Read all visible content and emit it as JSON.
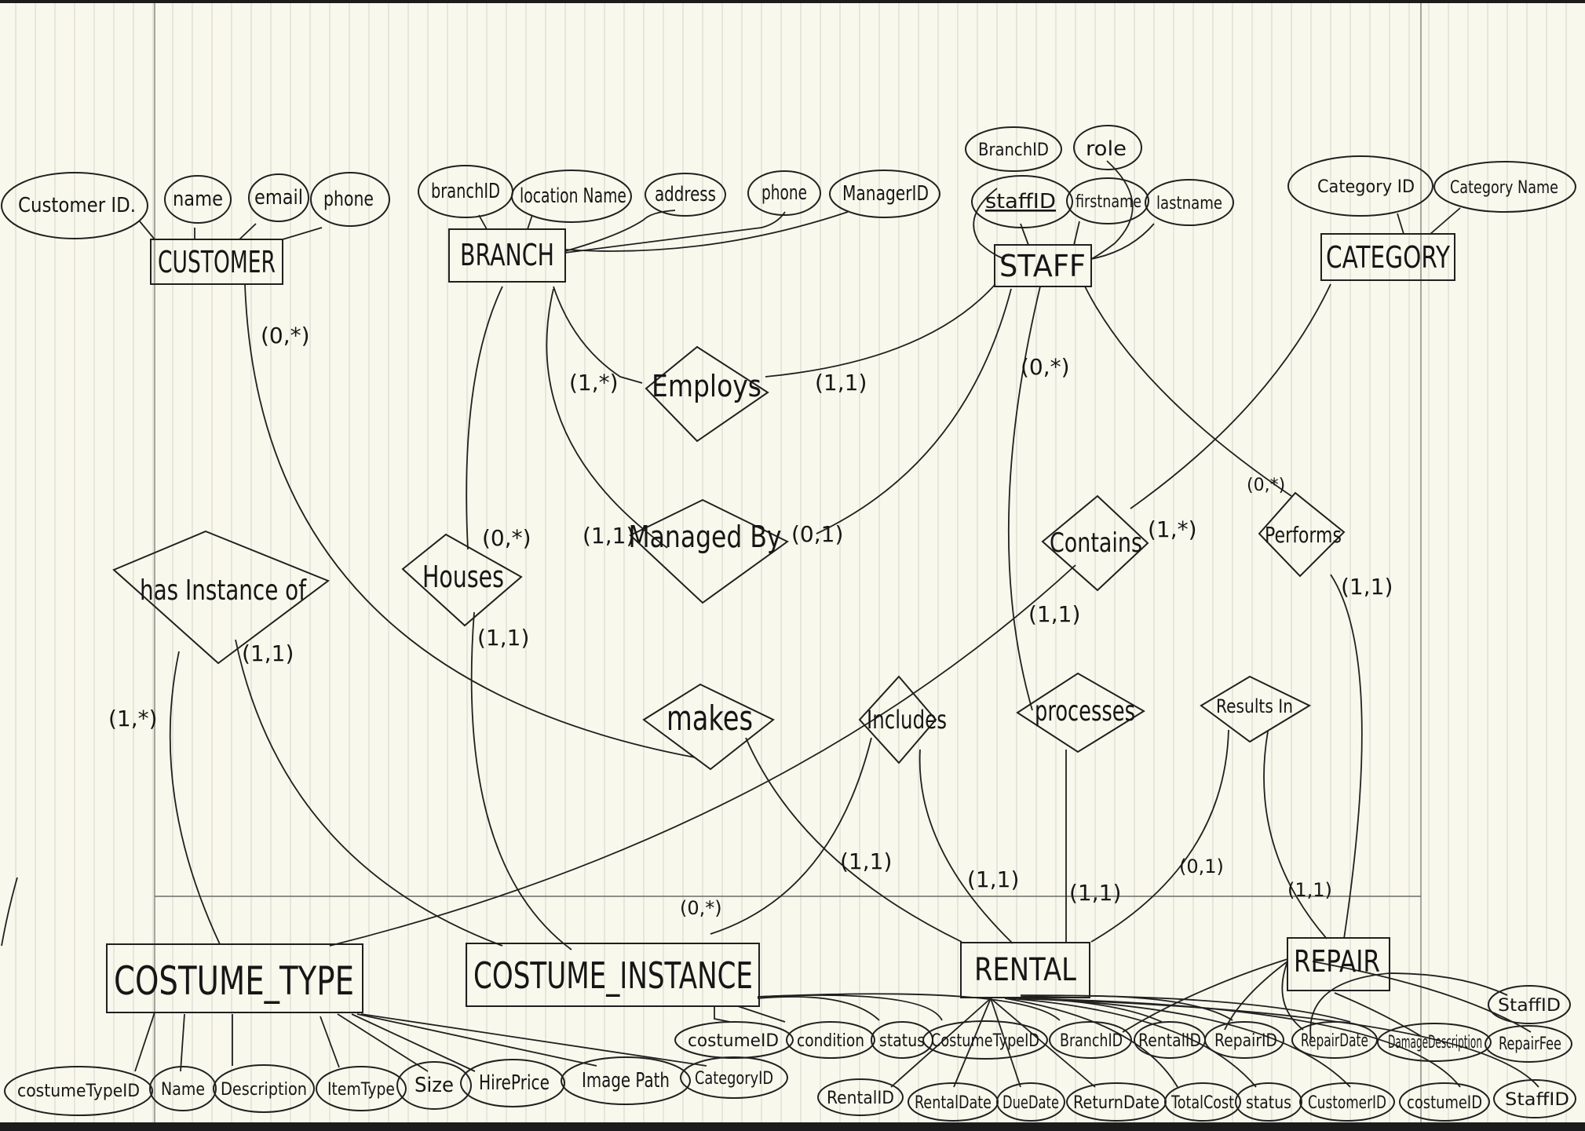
{
  "entities": {
    "customer": "CUSTOMER",
    "branch": "BRANCH",
    "staff": "STAFF",
    "category": "CATEGORY",
    "costume_type": "COSTUME_TYPE",
    "costume_instance": "COSTUME_INSTANCE",
    "rental": "RENTAL",
    "repair": "REPAIR"
  },
  "relationships": {
    "employs": "Employs",
    "managed_by": "Managed By",
    "contains": "Contains",
    "performs": "Performs",
    "has_instance_of": "has Instance of",
    "houses": "Houses",
    "makes": "makes",
    "includes": "Includes",
    "processes": "processes",
    "results_in": "Results In"
  },
  "attributes": {
    "customer": [
      "Customer ID.",
      "name",
      "email",
      "phone"
    ],
    "branch": [
      "branchID",
      "location Name",
      "address",
      "phone",
      "ManagerID"
    ],
    "staff": [
      "BranchID",
      "role",
      "staffID",
      "firstname",
      "lastname"
    ],
    "category": [
      "Category ID",
      "Category Name"
    ],
    "costume_type": [
      "costumeTypeID",
      "Name",
      "Description",
      "ItemType",
      "Size",
      "HirePrice",
      "Image Path",
      "CategoryID"
    ],
    "costume_instance": [
      "costumeID",
      "condition",
      "status",
      "CostumeTypeID",
      "BranchID"
    ],
    "rental_upper": [
      "RentalID",
      "RepairID"
    ],
    "rental_lower": [
      "RentalID",
      "RentalDate",
      "DueDate",
      "ReturnDate",
      "TotalCost",
      "status",
      "CustomerID",
      "costumeID",
      "StaffID"
    ],
    "repair": [
      "RepairDate",
      "DamageDescription",
      "RepairFee",
      "StaffID"
    ]
  },
  "cardinalities": {
    "customer_makes": "(0,*)",
    "branch_employs": "(1,*)",
    "staff_employs": "(1,1)",
    "staff_processes": "(0,*)",
    "branch_managed": "(1,1)",
    "staff_managed": "(0,1)",
    "branch_houses": "(0,*)",
    "instance_houses": "(1,1)",
    "category_contains": "(1,*)",
    "type_contains": "(1,1)",
    "staff_performs": "(0,*)",
    "repair_performs": "(1,1)",
    "type_has_instance": "(1,*)",
    "instance_has_instance": "(1,1)",
    "rental_makes": "(1,1)",
    "instance_includes": "(0,*)",
    "rental_includes": "(1,1)",
    "rental_processes": "(1,1)",
    "rental_results": "(0,1)",
    "repair_results": "(1,1)"
  },
  "colors": {
    "paper": "#f9f8ec",
    "rule": "#d3d3cb",
    "ink": "#1a1a1a",
    "frame": "#1c1c1c"
  }
}
